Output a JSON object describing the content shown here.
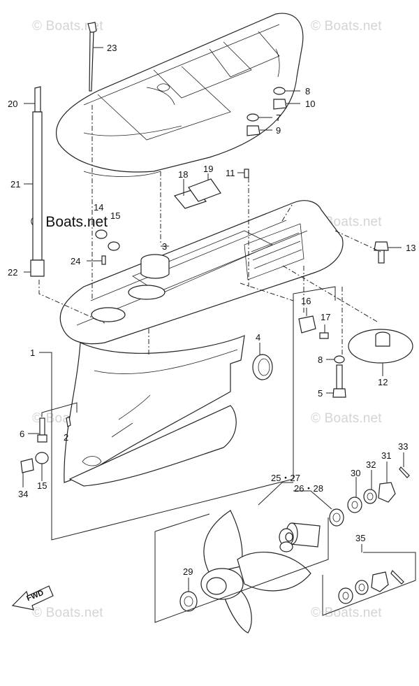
{
  "watermarks": {
    "faint": "© Boats.net",
    "dark": "© Boats.net"
  },
  "fwd_label": "FWD",
  "callouts": {
    "c1": "1",
    "c2": "2",
    "c3": "3",
    "c4": "4",
    "c5": "5",
    "c6": "6",
    "c7": "7",
    "c8a": "8",
    "c8b": "8",
    "c9": "9",
    "c10": "10",
    "c11": "11",
    "c12": "12",
    "c13": "13",
    "c14": "14",
    "c15a": "15",
    "c15b": "15",
    "c16": "16",
    "c17": "17",
    "c18": "18",
    "c19": "19",
    "c20": "20",
    "c21": "21",
    "c22": "22",
    "c23": "23",
    "c24": "24",
    "c25": "25・27",
    "c26": "26・28",
    "c29": "29",
    "c30": "30",
    "c31": "31",
    "c32": "32",
    "c33": "33",
    "c34": "34",
    "c35": "35"
  }
}
